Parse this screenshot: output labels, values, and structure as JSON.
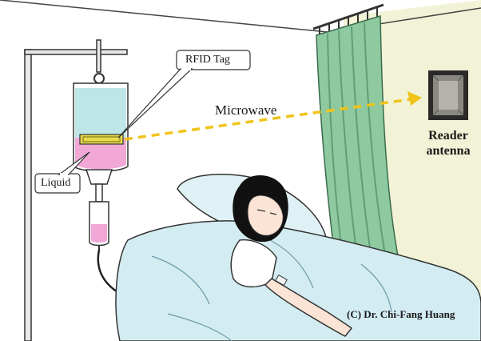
{
  "labels": {
    "rfid_tag": "RFID Tag",
    "microwave": "Microwave",
    "reader_line1": "Reader",
    "reader_line2": "antenna",
    "liquid": "Liquid",
    "credit": "(C) Dr. Chi-Fang Huang"
  },
  "colors": {
    "wall": "#f2f3d6",
    "curtain": "#8ec9a0",
    "curtain_shade": "#5f9f78",
    "bag_liquid_top": "#bfe6e6",
    "bag_liquid_bottom": "#f2a8d6",
    "tag": "#e8dc4a",
    "arrow": "#f0c41a",
    "blanket": "#d3ecf2",
    "skin": "#fbe4d5",
    "hair": "#111111",
    "antenna_frame": "#2a2a2a",
    "antenna_panel": "#9a9890"
  },
  "icons": {
    "antenna": "reader-antenna-icon",
    "iv_bag": "iv-bag-icon"
  }
}
